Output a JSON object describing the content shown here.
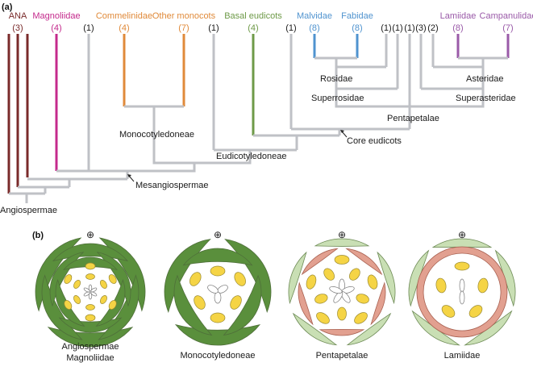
{
  "panel_a": {
    "label": "(a)",
    "colors": {
      "ana": "#7a2b2b",
      "magnoliidae": "#c42a8c",
      "monocots": "#e08a3a",
      "basal_eudicots": "#6e9a48",
      "rosids": "#4f93cf",
      "asterids": "#9a5aa8",
      "other": "#bfc1c6"
    },
    "tips": [
      {
        "name": "ANA",
        "count": "(3)",
        "group": "ana"
      },
      {
        "name": "Magnoliidae",
        "count": "(4)",
        "group": "magnoliidae"
      },
      {
        "name": "",
        "count": "(1)",
        "group": "other"
      },
      {
        "name": "Commelinidae",
        "count": "(4)",
        "group": "monocots"
      },
      {
        "name": "Other monocots",
        "count": "(7)",
        "group": "monocots"
      },
      {
        "name": "",
        "count": "(1)",
        "group": "other"
      },
      {
        "name": "Basal eudicots",
        "count": "(4)",
        "group": "basal_eudicots"
      },
      {
        "name": "",
        "count": "(1)",
        "group": "other"
      },
      {
        "name": "Malvidae",
        "count": "(8)",
        "group": "rosids"
      },
      {
        "name": "Fabidae",
        "count": "(8)",
        "group": "rosids"
      },
      {
        "name": "",
        "count": "(1)",
        "group": "other"
      },
      {
        "name": "",
        "count": "(1)",
        "group": "other"
      },
      {
        "name": "",
        "count": "(1)",
        "group": "other"
      },
      {
        "name": "",
        "count": "(3)",
        "group": "other"
      },
      {
        "name": "",
        "count": "(2)",
        "group": "other"
      },
      {
        "name": "Lamiidae",
        "count": "(8)",
        "group": "asterids"
      },
      {
        "name": "Campanulidae",
        "count": "(7)",
        "group": "asterids"
      }
    ],
    "nodes": {
      "angiospermae": "Angiospermae",
      "mesangiospermae": "Mesangiospermae",
      "monocotyledoneae": "Monocotyledoneae",
      "eudicotyledoneae": "Eudicotyledoneae",
      "core_eudicots": "Core eudicots",
      "pentapetalae": "Pentapetalae",
      "superrosidae": "Superrosidae",
      "rosidae": "Rosidae",
      "superasteridae": "Superasteridae",
      "asteridae": "Asteridae"
    }
  },
  "panel_b": {
    "label": "(b)",
    "symmetry_symbol": "⊕",
    "colors": {
      "dark_green": "#5a8f3c",
      "light_green": "#c9dfb4",
      "salmon": "#e2a090",
      "stamen": "#f5d445",
      "outline": "#3c5a2a"
    },
    "diagrams": [
      {
        "caption_line1": "Angiospermae",
        "caption_line2": "Magnoliidae"
      },
      {
        "caption_line1": "Monocotyledoneae",
        "caption_line2": ""
      },
      {
        "caption_line1": "Pentapetalae",
        "caption_line2": ""
      },
      {
        "caption_line1": "Lamiidae",
        "caption_line2": ""
      }
    ]
  }
}
